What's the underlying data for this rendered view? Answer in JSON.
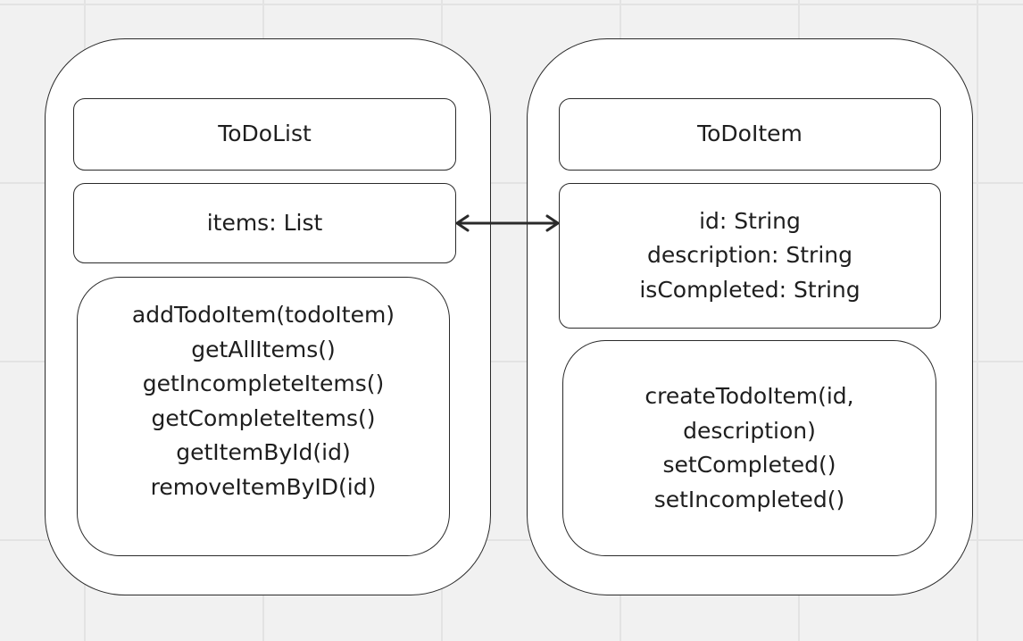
{
  "todo_list": {
    "title": "ToDoList",
    "attributes": [
      "items: List"
    ],
    "methods": [
      "addTodoItem(todoItem)",
      "getAllItems()",
      "getIncompleteItems()",
      "getCompleteItems()",
      "getItemById(id)",
      "removeItemByID(id)"
    ]
  },
  "todo_item": {
    "title": "ToDoItem",
    "attributes": [
      "id: String",
      "description: String",
      "isCompleted: String"
    ],
    "methods": [
      "createTodoItem(id,",
      "description)",
      "setCompleted()",
      "setIncompleted()"
    ]
  },
  "colors": {
    "background": "#f1f1f1",
    "grid": "#e3e3e3",
    "shape_fill": "#ffffff",
    "stroke": "#2a2a2a",
    "text": "#1e1e1e"
  }
}
